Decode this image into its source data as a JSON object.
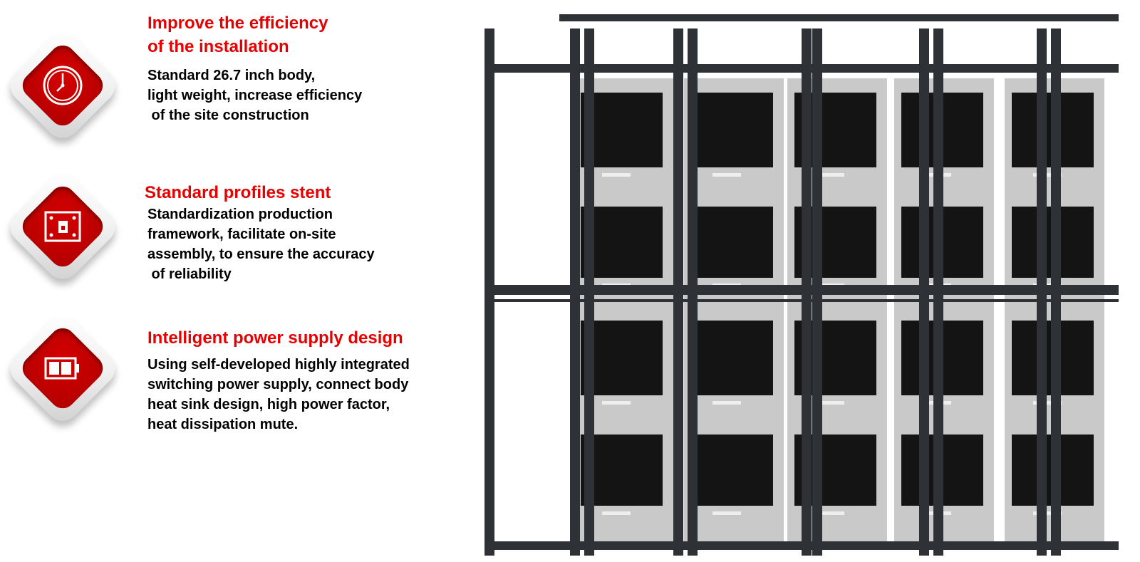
{
  "features": [
    {
      "icon": "clock-icon",
      "title": "Improve the efficiency\nof the installation",
      "body": "Standard 26.7 inch body,\nlight weight, increase efficiency\n of the site construction"
    },
    {
      "icon": "frame-panel-icon",
      "title": "Standard profiles stent",
      "body": "Standardization production\nframework, facilitate on-site\nassembly, to ensure the accuracy\n of reliability"
    },
    {
      "icon": "battery-icon",
      "title": "Intelligent power supply design",
      "body": "Using self-developed highly integrated\nswitching power supply, connect body\nheat sink design, high power factor,\nheat dissipation mute."
    }
  ],
  "colors": {
    "accent": "#e60000",
    "badge": "#c00000",
    "frame": "#2e3236",
    "cabinet": "#141414",
    "panel": "#c9c9c9"
  }
}
